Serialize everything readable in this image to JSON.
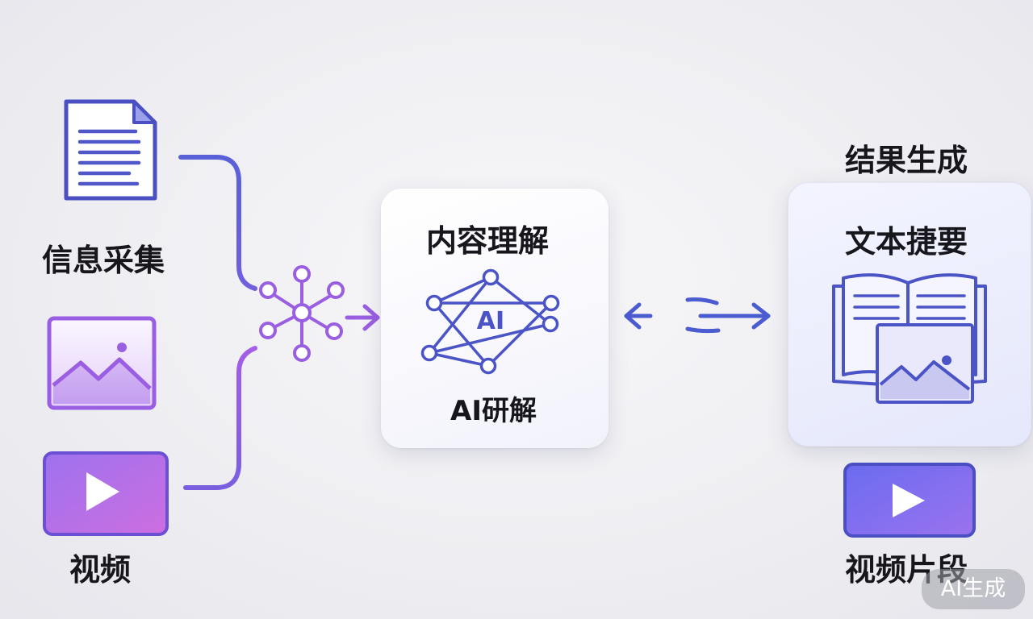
{
  "inputs": {
    "info_label": "信息采集",
    "video_label": "视频"
  },
  "center": {
    "title": "内容理解",
    "chip_text": "AI",
    "caption": "AI研解"
  },
  "output": {
    "heading": "结果生成",
    "card_title": "文本捷要",
    "video_label": "视频片段"
  },
  "watermark": "AI生成",
  "colors": {
    "indigo": "#4b4fc4",
    "purple": "#9b5be6",
    "blue_arrow": "#4b5bd0"
  }
}
